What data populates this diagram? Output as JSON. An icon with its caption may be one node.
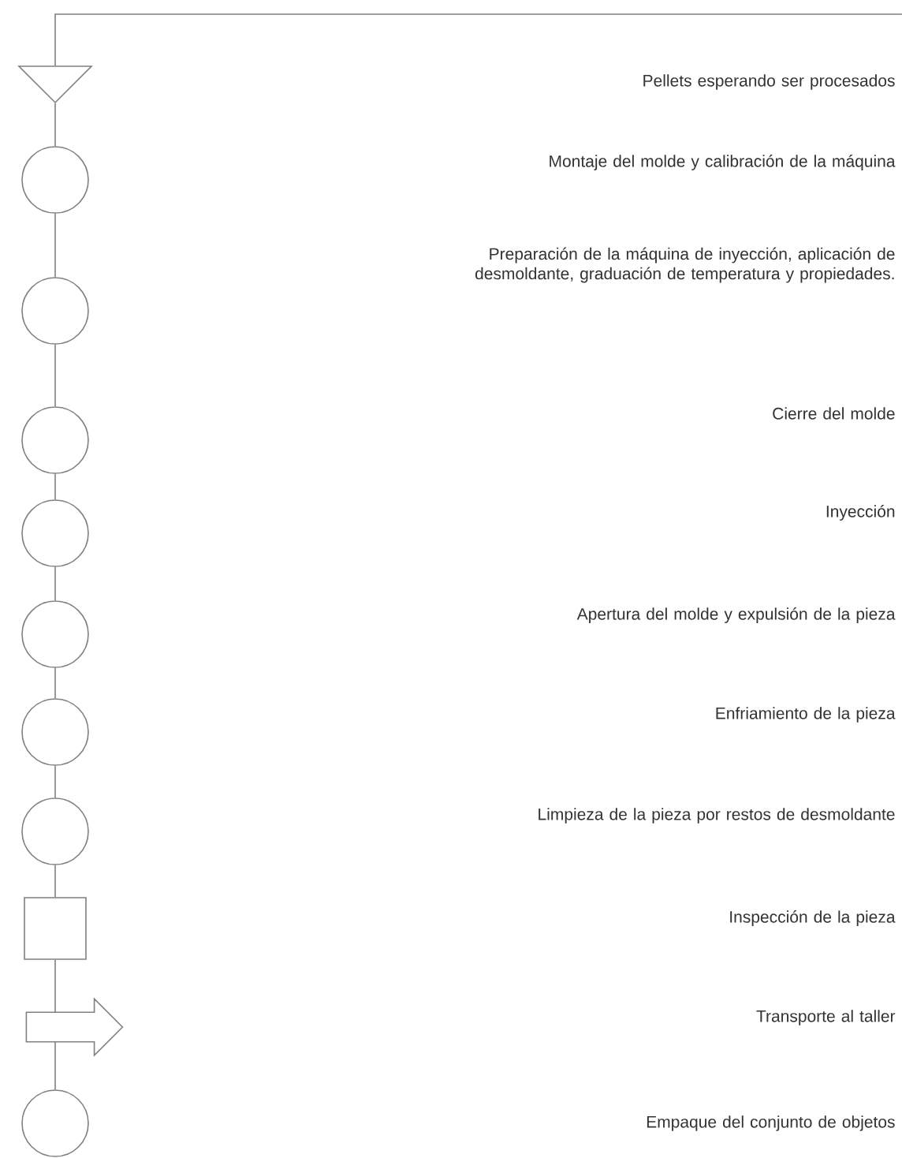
{
  "diagram": {
    "nodes": [
      {
        "text": [],
        "shape": "triangle"
      },
      {
        "text": [],
        "shape": "circle"
      },
      {
        "text": [],
        "shape": "circle"
      },
      {
        "text": [],
        "shape": "circle"
      },
      {
        "text": [],
        "shape": "circle"
      },
      {
        "text": [],
        "shape": "circle"
      },
      {
        "text": [],
        "shape": "circle"
      },
      {
        "text": [],
        "shape": "circle"
      },
      {
        "text": [],
        "shape": "box"
      },
      {
        "text": [],
        "shape": "arrow"
      },
      {
        "text": [],
        "shape": "circle"
      }
    ],
    "edges": [
      {
        "from": null,
        "to": 0,
        "arrow": "none"
      },
      {
        "from": 0,
        "to": 1,
        "arrow": "none"
      },
      {
        "from": 1,
        "to": 2,
        "arrow": "none"
      },
      {
        "from": 2,
        "to": 3,
        "arrow": "none"
      },
      {
        "from": 3,
        "to": 4,
        "arrow": "none"
      },
      {
        "from": 4,
        "to": 5,
        "arrow": "none"
      },
      {
        "from": 5,
        "to": 6,
        "arrow": "none"
      },
      {
        "from": 6,
        "to": 7,
        "arrow": "none"
      },
      {
        "from": 7,
        "to": 8,
        "arrow": "none"
      },
      {
        "from": 8,
        "to": 9,
        "arrow": "none"
      },
      {
        "from": 9,
        "to": 10,
        "arrow": "none"
      }
    ],
    "labels": [
      "Pellets esperando ser procesados",
      "Montaje del  molde y calibración de la máquina",
      "Preparación de la máquina de inyección, aplicación de desmoldante, graduación de temperatura y propiedades.",
      "Cierre del molde",
      "Inyección",
      "Apertura del molde y expulsión de la pieza",
      "Enfriamiento de la pieza",
      "Limpieza de la pieza por restos de desmoldante",
      "Inspección de la pieza",
      "Transporte al taller",
      "Empaque del conjunto de objetos"
    ]
  }
}
